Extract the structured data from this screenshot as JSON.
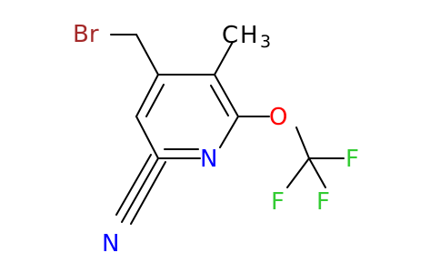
{
  "molecule": {
    "atoms": {
      "br": "Br",
      "c": "C",
      "h3": "H",
      "h3_sub": "3",
      "o": "O",
      "n_ring": "N",
      "n_nitrile": "N",
      "f1": "F",
      "f2": "F",
      "f3": "F"
    }
  },
  "colors": {
    "bond": "#000000",
    "bromine": "#a52a2a",
    "oxygen": "#ff0000",
    "nitrogen": "#0000ff",
    "fluorine": "#33cc33",
    "carbon": "#000000"
  }
}
